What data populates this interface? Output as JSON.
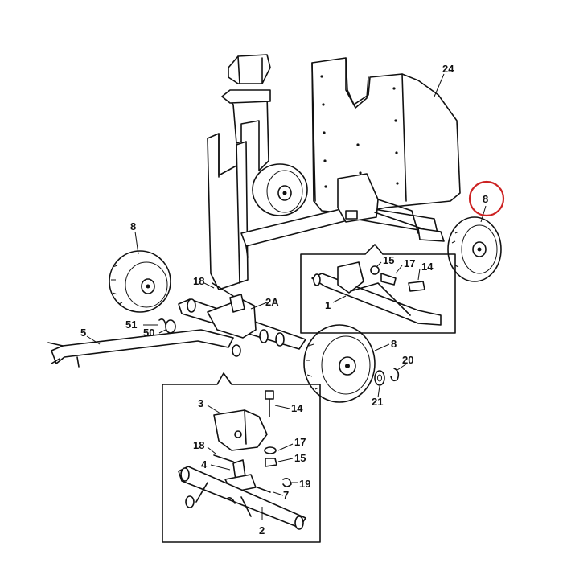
{
  "diagram": {
    "labels": {
      "l24": "24",
      "l8_left": "8",
      "l8_right_circled": "8",
      "l8_front": "8",
      "l18_top": "18",
      "l2A": "2A",
      "l51": "51",
      "l50": "50",
      "l5": "5",
      "l15_inset1": "15",
      "l17_inset1": "17",
      "l14_inset1": "14",
      "l1": "1",
      "l20": "20",
      "l21": "21",
      "l3": "3",
      "l14_inset2": "14",
      "l18_inset2": "18",
      "l17_inset2": "17",
      "l15_inset2": "15",
      "l4": "4",
      "l19": "19",
      "l7": "7",
      "l2": "2"
    },
    "highlight_color": "#cc2222",
    "line_color": "#111111"
  }
}
